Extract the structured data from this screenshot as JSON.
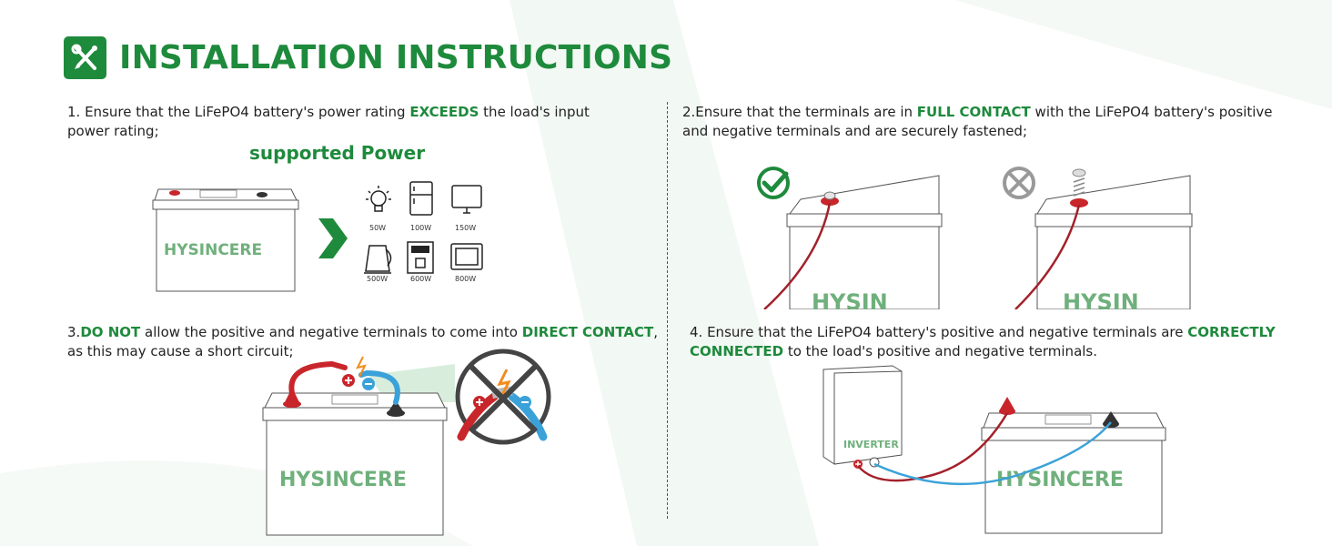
{
  "header": {
    "title": "INSTALLATION INSTRUCTIONS",
    "icon": "tools-icon",
    "accent_color": "#1e8a3c"
  },
  "step1": {
    "before": "1. Ensure that the LiFePO4 battery's power rating ",
    "highlight": "EXCEEDS",
    "after": " the load's input power rating;",
    "supported_label": "supported Power",
    "brand": "HYSINCERE",
    "loads": [
      {
        "icon": "light-bulb-icon",
        "watt": "50W"
      },
      {
        "icon": "fridge-icon",
        "watt": "100W"
      },
      {
        "icon": "monitor-icon",
        "watt": "150W"
      },
      {
        "icon": "kettle-icon",
        "watt": "500W"
      },
      {
        "icon": "coffee-machine-icon",
        "watt": "600W"
      },
      {
        "icon": "microwave-icon",
        "watt": "800W"
      }
    ]
  },
  "step2": {
    "before": "2.Ensure that the terminals are in ",
    "highlight": "FULL CONTACT",
    "after": " with the LiFePO4 battery's positive and negative terminals and are securely fastened;",
    "brand_partial": "HYSIN",
    "brand_partial_2": "HYSIN"
  },
  "step3": {
    "prefix": "3.",
    "highlight1": "DO NOT",
    "middle": " allow the positive and negative terminals to come into ",
    "highlight2": "DIRECT CONTACT",
    "after": ", as this may cause a short circuit;",
    "brand": "HYSINCERE"
  },
  "step4": {
    "before": "4. Ensure that the LiFePO4 battery's positive and negative terminals are ",
    "highlight": "CORRECTLY CONNECTED",
    "after": " to the load's positive and negative terminals.",
    "inverter_label": "INVERTER",
    "brand": "HYSINCERE"
  }
}
